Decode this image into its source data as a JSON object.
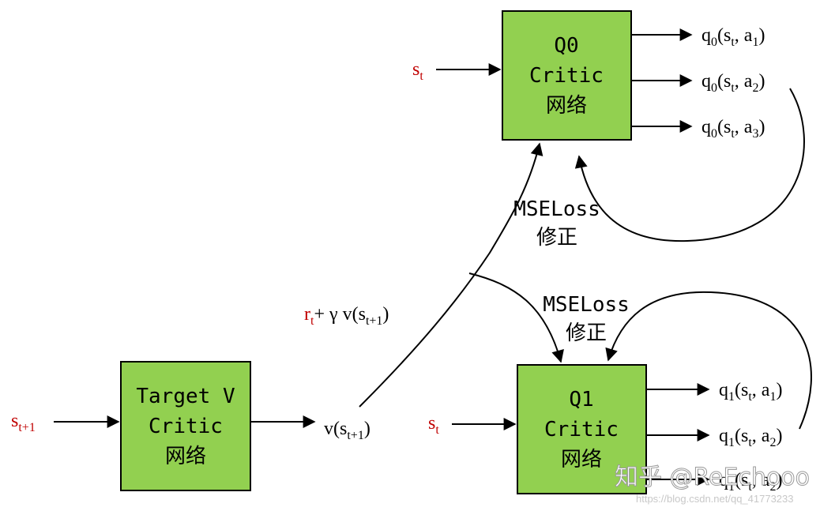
{
  "nodes": {
    "q0": {
      "line1": "Q0",
      "line2": "Critic",
      "line3": "网络",
      "color": "#92d050"
    },
    "q1": {
      "line1": "Q1",
      "line2": "Critic",
      "line3": "网络",
      "color": "#92d050"
    },
    "target": {
      "line1": "Target V",
      "line2": "Critic",
      "line3": "网络",
      "color": "#92d050"
    }
  },
  "inputs": {
    "q0_state": {
      "base": "s",
      "sub": "t",
      "color": "#c00000"
    },
    "q1_state": {
      "base": "s",
      "sub": "t",
      "color": "#c00000"
    },
    "target_state": {
      "base": "s",
      "sub": "t+1",
      "color": "#c00000"
    }
  },
  "outputs": {
    "q0": [
      {
        "q": "q",
        "qsub": "0",
        "s": "s",
        "ssub": "t",
        "a": "a",
        "asub": "1"
      },
      {
        "q": "q",
        "qsub": "0",
        "s": "s",
        "ssub": "t",
        "a": "a",
        "asub": "2"
      },
      {
        "q": "q",
        "qsub": "0",
        "s": "s",
        "ssub": "t",
        "a": "a",
        "asub": "3"
      }
    ],
    "q1": [
      {
        "q": "q",
        "qsub": "1",
        "s": "s",
        "ssub": "t",
        "a": "a",
        "asub": "1"
      },
      {
        "q": "q",
        "qsub": "1",
        "s": "s",
        "ssub": "t",
        "a": "a",
        "asub": "2"
      },
      {
        "q": "q",
        "qsub": "1",
        "s": "s",
        "ssub": "t",
        "a": "a",
        "asub": "2"
      }
    ],
    "target": {
      "v": "v",
      "s": "s",
      "ssub": "t+1"
    }
  },
  "edge_labels": {
    "mseloss_q0": {
      "line1": "MSELoss",
      "line2": "修正"
    },
    "mseloss_q1": {
      "line1": "MSELoss",
      "line2": "修正"
    },
    "td_target": {
      "r": "r",
      "rsub": "t",
      "plus_gamma": "+ γ v(",
      "s": "s",
      "ssub": "t+1",
      "close": ")"
    }
  },
  "watermark": {
    "text": "知乎 @ReEchooo",
    "url": "https://blog.csdn.net/qq_41773233"
  }
}
